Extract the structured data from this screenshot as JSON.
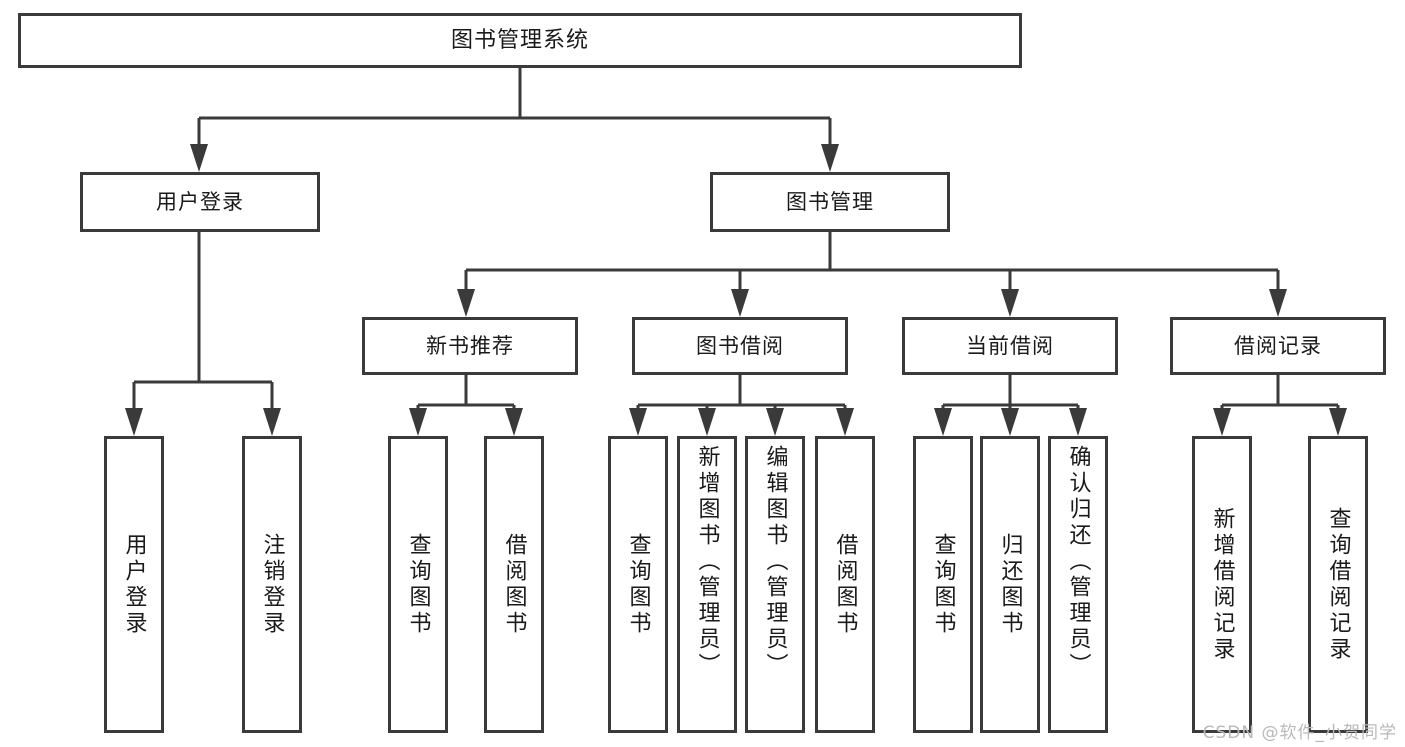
{
  "diagram": {
    "type": "tree",
    "title": "图书管理系统",
    "root": {
      "id": "root",
      "label": "图书管理系统"
    },
    "level2": [
      {
        "id": "user-login",
        "label": "用户登录"
      },
      {
        "id": "book-manage",
        "label": "图书管理"
      }
    ],
    "level3": [
      {
        "id": "new-book-rec",
        "label": "新书推荐",
        "parent": "book-manage"
      },
      {
        "id": "book-borrow",
        "label": "图书借阅",
        "parent": "book-manage"
      },
      {
        "id": "current-borrow",
        "label": "当前借阅",
        "parent": "book-manage"
      },
      {
        "id": "borrow-record",
        "label": "借阅记录",
        "parent": "book-manage"
      }
    ],
    "leaves": [
      {
        "id": "leaf-user-login",
        "label": "用户登录",
        "parent": "user-login"
      },
      {
        "id": "leaf-user-logout",
        "label": "注销登录",
        "parent": "user-login"
      },
      {
        "id": "leaf-query-book-1",
        "label": "查询图书",
        "parent": "new-book-rec"
      },
      {
        "id": "leaf-borrow-book-1",
        "label": "借阅图书",
        "parent": "new-book-rec"
      },
      {
        "id": "leaf-query-book-2",
        "label": "查询图书",
        "parent": "book-borrow"
      },
      {
        "id": "leaf-add-book",
        "label": "新增图书（管理员）",
        "parent": "book-borrow"
      },
      {
        "id": "leaf-edit-book",
        "label": "编辑图书（管理员）",
        "parent": "book-borrow"
      },
      {
        "id": "leaf-borrow-book-2",
        "label": "借阅图书",
        "parent": "book-borrow"
      },
      {
        "id": "leaf-query-book-3",
        "label": "查询图书",
        "parent": "current-borrow"
      },
      {
        "id": "leaf-return-book",
        "label": "归还图书",
        "parent": "current-borrow"
      },
      {
        "id": "leaf-confirm-return",
        "label": "确认归还（管理员）",
        "parent": "current-borrow"
      },
      {
        "id": "leaf-add-record",
        "label": "新增借阅记录",
        "parent": "borrow-record"
      },
      {
        "id": "leaf-query-record",
        "label": "查询借阅记录",
        "parent": "borrow-record"
      }
    ]
  },
  "watermark": {
    "text": "CSDN @软件_小贺同学"
  },
  "colors": {
    "stroke": "#3a3a3a",
    "box_fill": "#ffffff",
    "text": "#1a1a1a",
    "watermark": "#b9b9b9",
    "background": "#ffffff"
  }
}
